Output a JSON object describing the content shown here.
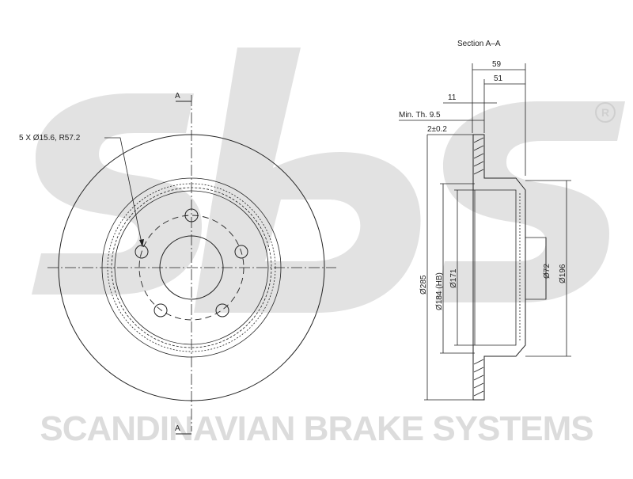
{
  "watermark": {
    "brand_text": "SCANDINAVIAN BRAKE SYSTEMS",
    "registered_mark": "R"
  },
  "front_view": {
    "section_marker_top": "A",
    "section_marker_bottom": "A",
    "bolt_hole_callout": "5 X Ø15.6, R57.2"
  },
  "section_view": {
    "title": "Section A–A",
    "dim_overall_height": "59",
    "dim_hat_height": "51",
    "dim_disc_thickness": "11",
    "dim_min_thickness": "Min. Th. 9.5",
    "dim_offset": "2±0.2",
    "dim_outer_diameter": "Ø285",
    "dim_drum_diameter": "Ø184 (HB)",
    "dim_hat_inner_diameter": "Ø171",
    "dim_center_bore": "Ø72",
    "dim_hat_outer_diameter": "Ø196"
  },
  "colors": {
    "line": "#222222",
    "watermark": "#e2e2e2",
    "background": "#ffffff"
  }
}
